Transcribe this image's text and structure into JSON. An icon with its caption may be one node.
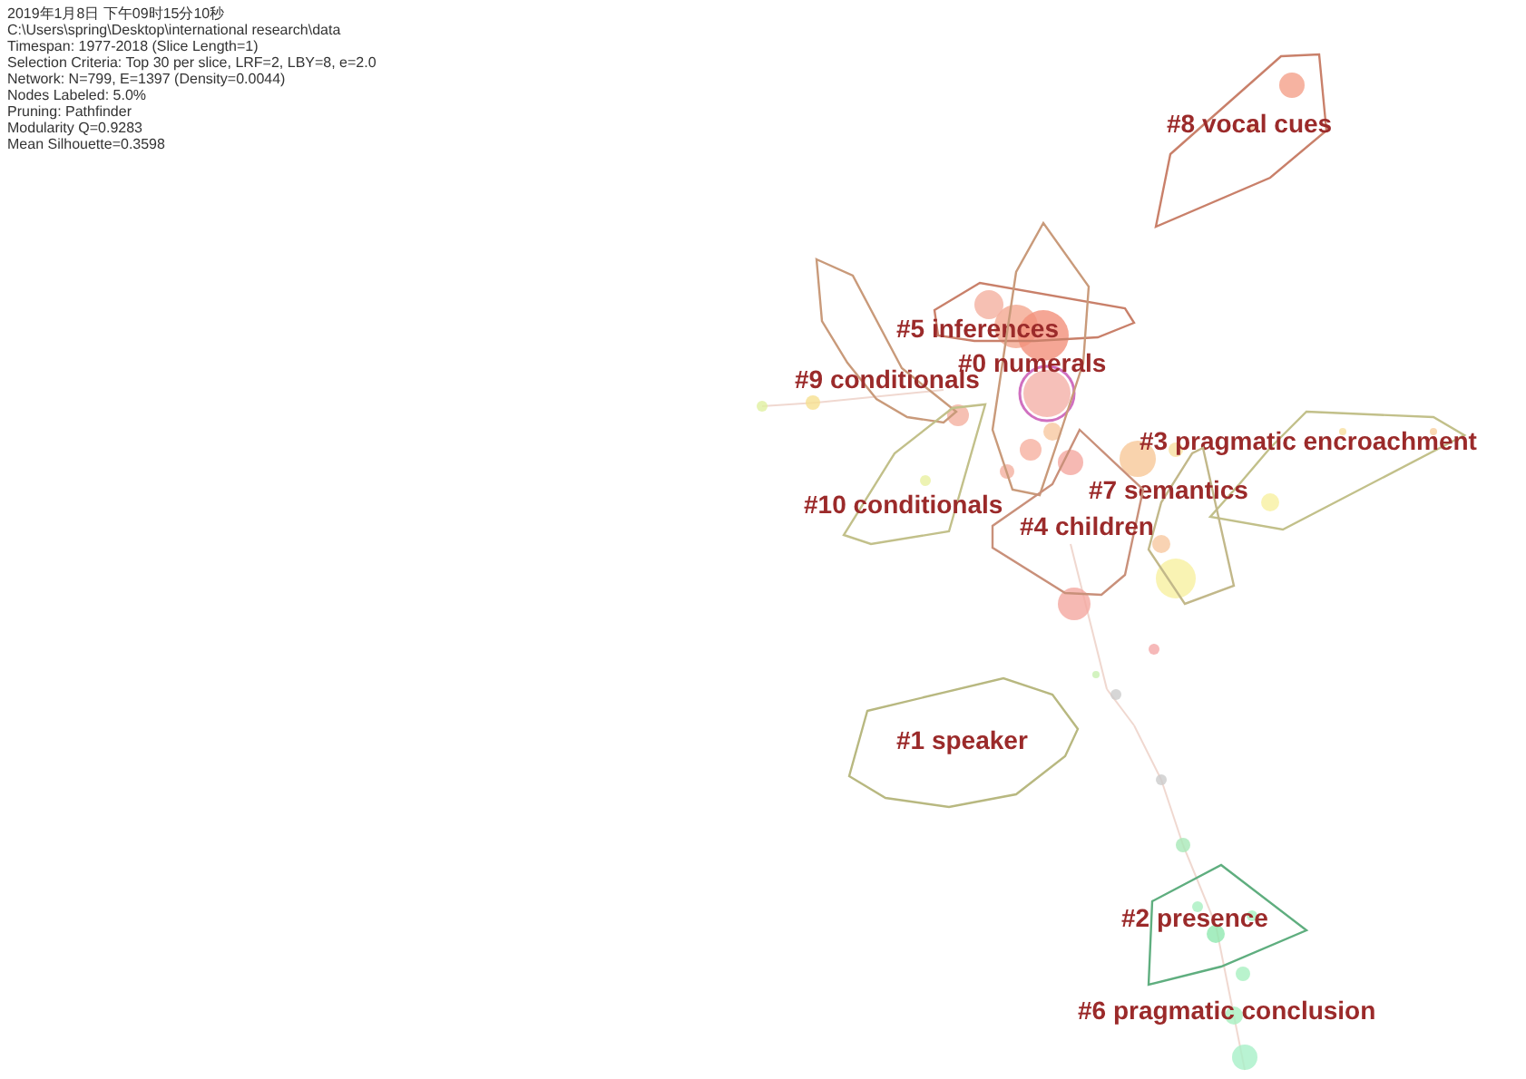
{
  "diagram": {
    "nodes": [
      {
        "text": [
          "#8 vocal cues"
        ]
      },
      {
        "text": [
          "#5 inferences"
        ]
      },
      {
        "text": [
          "#0 numerals"
        ]
      },
      {
        "text": [
          "#9 conditionals"
        ]
      },
      {
        "text": [
          "#3 pragmatic encroachment"
        ]
      },
      {
        "text": [
          "#7 semantics"
        ]
      },
      {
        "text": [
          "#10 conditionals"
        ]
      },
      {
        "text": [
          "#4 children"
        ]
      },
      {
        "text": [
          "#1 speaker"
        ]
      },
      {
        "text": [
          "#2 presence"
        ],
        "beside": [
          "#6 pragmatic conclusion"
        ]
      }
    ],
    "edges": [],
    "labels": [
      "2019年1月8日 下午09时15分10秒",
      "C:\\Users\\spring\\Desktop\\international research\\data",
      "Timespan: 1977-2018 (Slice Length=1)",
      "Selection Criteria: Top 30 per slice, LRF=2, LBY=8, e=2.0",
      "Network: N=799, E=1397 (Density=0.0044)",
      "Nodes Labeled: 5.0%",
      "Pruning: Pathfinder",
      "Modularity Q=0.9283",
      "Mean Silhouette=0.3598"
    ]
  }
}
